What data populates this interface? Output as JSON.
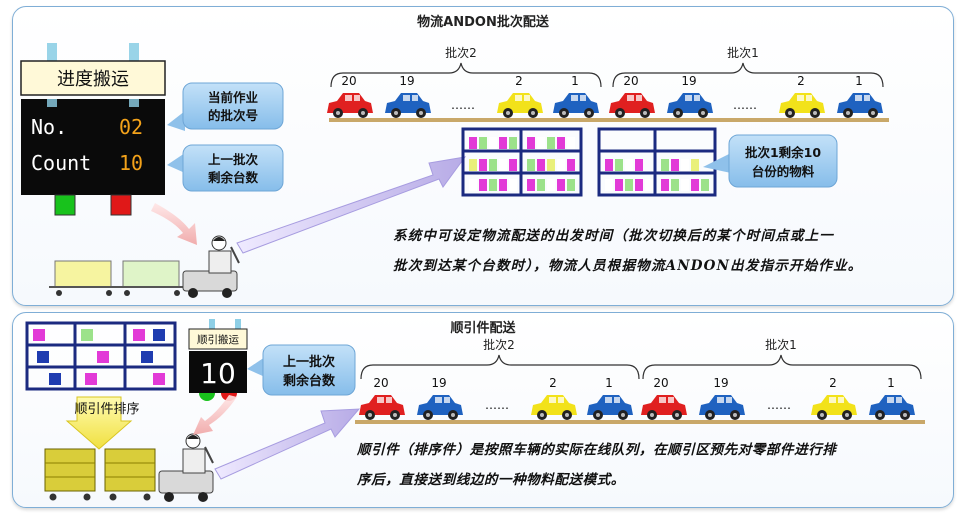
{
  "top": {
    "title": "物流ANDON批次配送",
    "andon": {
      "header": "进度搬运",
      "no_label": "No.",
      "no_value": "02",
      "count_label": "Count",
      "count_value": "10",
      "lamp_colors": [
        "#18c21c",
        "#e01818"
      ]
    },
    "callouts": {
      "batch_no_line1": "当前作业",
      "batch_no_line2": "的批次号",
      "remain_line1": "上一批次",
      "remain_line2": "剩余台数",
      "material_line1": "批次1剩余10",
      "material_line2": "台份的物料"
    },
    "batches": [
      {
        "label": "批次2",
        "nums": [
          "20",
          "19",
          "2",
          "1"
        ],
        "dots": "……"
      },
      {
        "label": "批次1",
        "nums": [
          "20",
          "19",
          "2",
          "1"
        ],
        "dots": "……"
      }
    ],
    "description_line1": "系统中可设定物流配送的出发时间（批次切换后的某个时间点或上一",
    "description_line2": "批次到达某个台数时），物流人员根据物流ANDON出发指示开始作业。"
  },
  "bottom": {
    "title": "顺引件配送",
    "andon": {
      "header": "顺引搬运",
      "value": "10"
    },
    "callout_line1": "上一批次",
    "callout_line2": "剩余台数",
    "sort_label": "顺引件排序",
    "batches": [
      {
        "label": "批次2",
        "nums": [
          "20",
          "19",
          "2",
          "1"
        ],
        "dots": "……"
      },
      {
        "label": "批次1",
        "nums": [
          "20",
          "19",
          "2",
          "1"
        ],
        "dots": "……"
      }
    ],
    "description_line1": "顺引件（排序件）是按照车辆的实际在线队列，在顺引区预先对零部件进行排",
    "description_line2": "序后，直接送到线边的一种物料配送模式。"
  },
  "colors": {
    "car_red": "#e02020",
    "car_blue": "#1f62c0",
    "car_yellow": "#f2e21a",
    "callout_blue": "#9ccbf0",
    "arrow_lavender": "#cdc4ee",
    "arrow_pink": "#f5c1c1"
  },
  "icons": [
    "car-icon",
    "forklift-icon",
    "cart-icon",
    "rack-icon",
    "andon-board-icon",
    "down-arrow-icon"
  ]
}
